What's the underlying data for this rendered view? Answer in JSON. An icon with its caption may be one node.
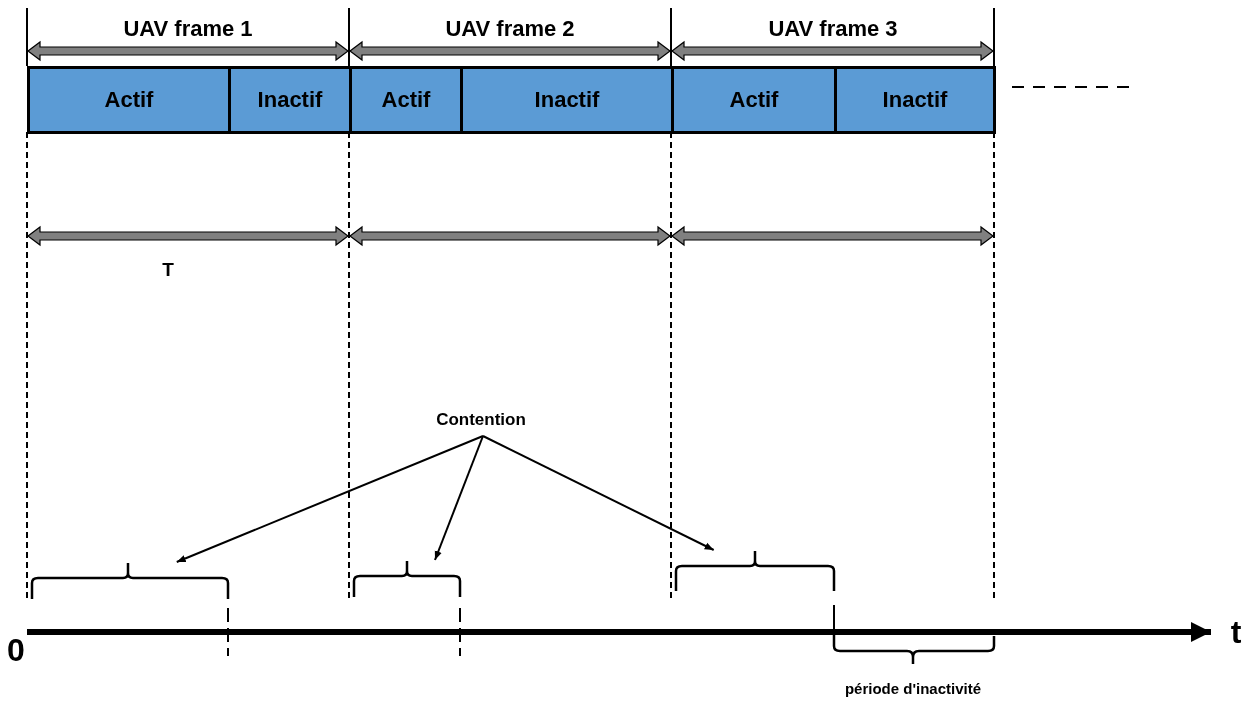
{
  "diagram": {
    "nodes": [
      {
        "text": [
          "Actif"
        ]
      },
      {
        "text": [
          "Inactif"
        ]
      },
      {
        "text": [
          "Actif"
        ]
      },
      {
        "text": [
          "Inactif"
        ]
      },
      {
        "text": [
          "Actif"
        ]
      },
      {
        "text": [
          "Inactif"
        ]
      },
      {
        "text": [
          "Contention"
        ]
      },
      {
        "text": [],
        "shape": "bracket"
      },
      {
        "text": [],
        "shape": "bracket"
      },
      {
        "text": [],
        "shape": "bracket"
      }
    ],
    "edges": [
      {
        "from": 6,
        "to": 7,
        "arrow": "to"
      },
      {
        "from": 6,
        "to": 8,
        "arrow": "to"
      },
      {
        "from": 6,
        "to": 9,
        "arrow": "to"
      }
    ],
    "labels": [
      "UAV frame 1",
      "UAV frame 2",
      "UAV frame 3",
      "T",
      "0",
      "t",
      "période d'inactivité"
    ]
  }
}
